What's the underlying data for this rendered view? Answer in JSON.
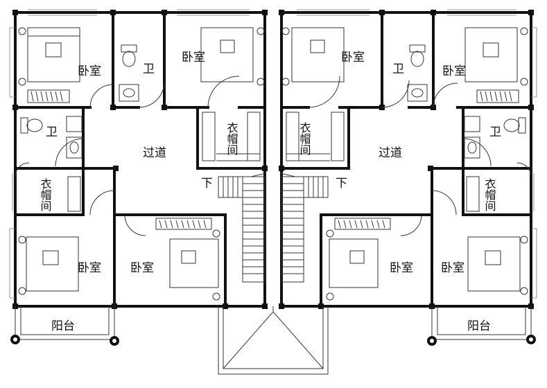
{
  "rooms": {
    "bedroom_nw": "卧室",
    "bath_nw": "卫",
    "bedroom_n_left": "卧室",
    "bedroom_n_right": "卧室",
    "bath_ne": "卫",
    "bedroom_ne": "卧室",
    "closet_mid_left": "衣帽间",
    "closet_mid_right": "衣帽间",
    "bath_w": "卫",
    "corridor_left": "过道",
    "corridor_right": "过道",
    "bath_e": "卫",
    "closet_w": "衣帽间",
    "closet_e": "衣帽间",
    "stair_left_down": "下",
    "stair_right_down": "下",
    "bedroom_sw": "卧室",
    "bedroom_s_left": "卧室",
    "bedroom_s_right": "卧室",
    "bedroom_se": "卧室",
    "balcony_left": "阳台",
    "balcony_right": "阳台"
  },
  "symbols": {
    "bed": "bed-icon",
    "toilet": "toilet-icon",
    "sink": "sink-icon",
    "wardrobe": "wardrobe-icon",
    "plant": "plant-icon",
    "door": "door-swing-icon"
  }
}
